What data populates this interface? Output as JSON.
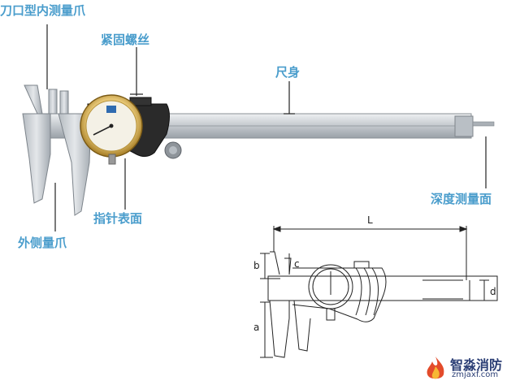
{
  "labels": {
    "inside_jaws": "刀口型内测量爪",
    "locking_screw": "紧固螺丝",
    "main_beam": "尺身",
    "dial_face": "指针表面",
    "depth_face": "深度测量面",
    "outside_jaws": "外侧量爪"
  },
  "dimensions": {
    "L": "L",
    "a": "a",
    "b": "b",
    "c": "c",
    "d": "d"
  },
  "watermark": {
    "name": "智淼消防",
    "url": "zmjaxf.com",
    "logo": "flame-logo-icon"
  },
  "colors": {
    "label": "#4a9dcc",
    "dial_bezel": "#c9a24a",
    "body": "#2a2a2a",
    "steel": "#c8cdd2",
    "watermark": "#2b3e75"
  }
}
